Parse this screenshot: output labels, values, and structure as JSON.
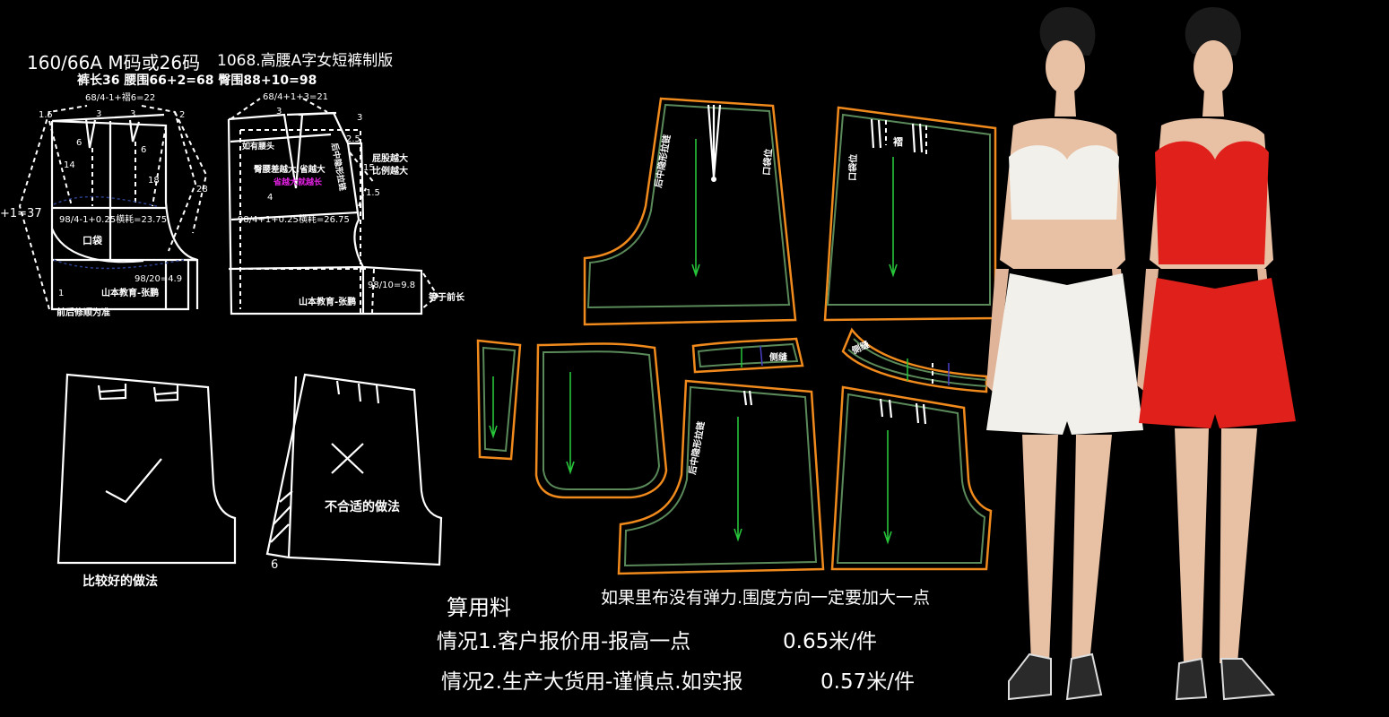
{
  "header": {
    "size_line": "160/66A    M码或26码",
    "title": "1068.高腰A字女短裤制版",
    "measurements": "裤长36    腰围66+2=68    臀围88+10=98"
  },
  "front_draft": {
    "waist_formula": "68/4-1+褶6=22",
    "labels": [
      "1.5",
      "3",
      "3",
      "2",
      "6",
      "6",
      "14",
      "18",
      "28",
      "+1=37",
      "1"
    ],
    "hip_formula": "98/4-1+0.25横耗=23.75",
    "pocket": "口袋",
    "crotch_formula": "98/20=4.9",
    "credit": "山本教育-张鹏",
    "note": "前后修顺为准"
  },
  "back_draft": {
    "waist_formula": "68/4+1+3=21",
    "labels": [
      "3",
      "3",
      "2.5",
      "15",
      "1.5",
      "4"
    ],
    "yoke_note": "如有腰头",
    "dart_note": "臀腰差越大.省越大",
    "dart_note_magenta": "省越大就越长",
    "center_back_zipper": "后中隐形拉链",
    "seat_note_1": "屁股越大",
    "seat_note_2": "比例越大",
    "hip_formula": "98/4+1+0.25横耗=26.75",
    "crotch_formula": "98/10=9.8",
    "credit": "山本教育-张鹏",
    "equal_note": "等于前长"
  },
  "comparison": {
    "good_label": "比较好的做法",
    "bad_label": "不合适的做法",
    "bad_measure": "6",
    "good_mark": "check-icon",
    "bad_mark": "cross-icon"
  },
  "pattern_pieces": {
    "back_zipper": "后中隐形拉链",
    "back_pocket_pos": "口袋位",
    "front_pocket_pos": "口袋位",
    "pleat": "褶",
    "side_seam_1": "侧缝",
    "side_seam_2": "侧缝",
    "lower_back_zipper": "后中隐形拉链",
    "colors": {
      "cut_line": "#f08a1c",
      "seam_line": "#5a8a5a",
      "grain": "#27c43a",
      "notch": "#d040d0"
    }
  },
  "fabric": {
    "title": "算用料",
    "lining_note": "如果里布没有弹力.围度方向一定要加大一点",
    "case1": "情况1.客户报价用-报高一点",
    "case1_value": "0.65米/件",
    "case2": "情况2.生产大货用-谨慎点.如实报",
    "case2_value": "0.57米/件"
  },
  "models": {
    "white_outfit": "#f2f0ea",
    "red_outfit": "#e0201a"
  }
}
